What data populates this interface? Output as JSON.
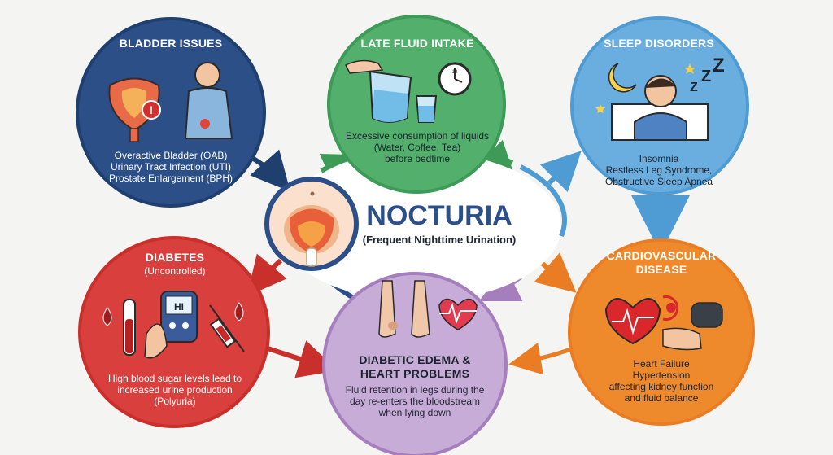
{
  "center": {
    "title": "NOCTURIA",
    "subtitle": "(Frequent Nighttime Urination)"
  },
  "nodes": {
    "bladder": {
      "title": "BLADDER ISSUES",
      "lines": [
        "Overactive Bladder (OAB)",
        "Urinary Tract Infection (UTI)",
        "Prostate Enlargement (BPH)"
      ],
      "color": "#2b4f86"
    },
    "fluid": {
      "title": "LATE FLUID INTAKE",
      "lines": [
        "Excessive consumption of liquids",
        "(Water, Coffee, Tea)",
        "before bedtime"
      ],
      "color": "#52b06c"
    },
    "sleep": {
      "title": "SLEEP DISORDERS",
      "lines": [
        "Insomnia",
        "Restless Leg Syndrome,",
        "Obstructive Sleep Apnea"
      ],
      "color": "#6aaee0"
    },
    "diabetes": {
      "title": "DIABETES",
      "subtitle": "(Uncontrolled)",
      "lines": [
        "High blood sugar levels lead to",
        "increased urine production",
        "(Polyuria)"
      ],
      "color": "#d93f3d"
    },
    "edema": {
      "title_line1": "DIABETIC EDEMA &",
      "title_line2": "HEART PROBLEMS",
      "lines": [
        "Fluid retention in legs during the",
        "day re-enters the bloodstream",
        "when lying down"
      ],
      "color": "#b89ac9"
    },
    "cardio": {
      "title_line1": "CARDIOVASCULAR",
      "title_line2": "DISEASE",
      "lines": [
        "Heart Failure",
        "Hypertension",
        "affecting kidney function",
        "and fluid balance"
      ],
      "color": "#ef8a2c"
    }
  },
  "icons": {
    "bladder": [
      "bladder-icon",
      "alert-icon",
      "patient-pain-icon"
    ],
    "fluid": [
      "pitcher-pouring-icon",
      "water-glass-icon",
      "clock-icon"
    ],
    "sleep": [
      "moon-icon",
      "star-icon",
      "sleepless-person-icon",
      "zzz-icon"
    ],
    "diabetes": [
      "blood-drop-icon",
      "blood-tube-icon",
      "glucose-meter-icon",
      "syringe-icon"
    ],
    "glucose_meter_reading": "HI",
    "edema": [
      "swollen-legs-icon",
      "heart-pulse-icon"
    ],
    "cardio": [
      "heart-icon",
      "cycle-arrow-icon",
      "blood-pressure-cuff-icon"
    ],
    "center": [
      "bladder-anatomy-icon"
    ]
  },
  "clock_label": "12"
}
